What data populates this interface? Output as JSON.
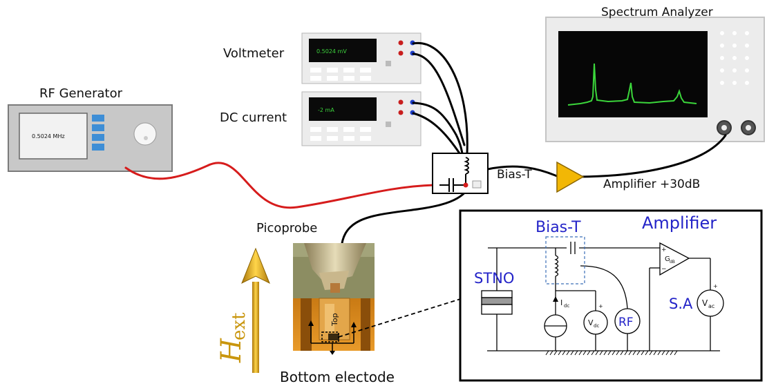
{
  "instruments": {
    "rf_generator": {
      "title": "RF Generator",
      "display": "0.5024 MHz"
    },
    "voltmeter": {
      "title": "Voltmeter",
      "display": "0.5024 mV"
    },
    "dc_current": {
      "title": "DC current",
      "display": "-2 mA"
    },
    "spectrum_analyzer": {
      "title": "Spectrum Analyzer"
    },
    "bias_tee": {
      "title": "Bias-T"
    },
    "amplifier": {
      "title": "Amplifier +30dB"
    },
    "picoprobe": {
      "title": "Picoprobe",
      "top_label": "Top"
    },
    "bottom_electrode": {
      "title": "Bottom electode"
    },
    "field": {
      "symbol": "H",
      "subscript": "ext"
    }
  },
  "schematic": {
    "bias_tee": "Bias-T",
    "amplifier": "Amplifier",
    "stno": "STNO",
    "sa": "S.A",
    "rf": "RF",
    "gain": {
      "main": "G",
      "sub": "dB"
    },
    "vdc": {
      "main": "V",
      "sub": "dc"
    },
    "vac": {
      "main": "V",
      "sub": "ac"
    },
    "idc": {
      "main": "I",
      "sub": "dc"
    },
    "plus": "+",
    "minus": "−"
  },
  "colors": {
    "rf_cable": "#d61c1c",
    "lcd_text": "#3cd23c",
    "spectrum_trace": "#3bd63b",
    "amplifier_fill": "#f2b705",
    "schematic_label": "#2323c8",
    "arrow_gold": "#e8b21a"
  }
}
